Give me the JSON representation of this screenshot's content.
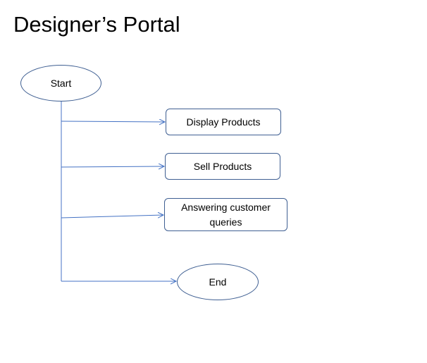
{
  "title": "Designer’s Portal",
  "nodes": {
    "start": "Start",
    "display_products": "Display Products",
    "sell_products": "Sell Products",
    "answering_queries": "Answering customer queries",
    "end": "End"
  },
  "colors": {
    "connector": "#4472c4",
    "node_border": "#3f5f92"
  }
}
